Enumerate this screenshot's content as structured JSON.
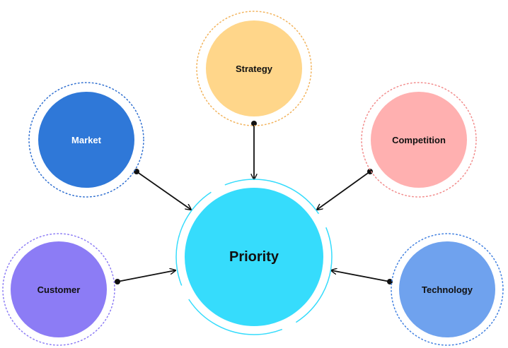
{
  "center": {
    "label": "Priority",
    "color": "#36DCFC"
  },
  "factors": [
    {
      "id": "strategy",
      "label": "Strategy",
      "color": "#FFD68A",
      "ring_color": "#F2B35C"
    },
    {
      "id": "market",
      "label": "Market",
      "color": "#2F78D8",
      "ring_color": "#2F6FD0"
    },
    {
      "id": "competition",
      "label": "Competition",
      "color": "#FFB0B0",
      "ring_color": "#F28C8C"
    },
    {
      "id": "customer",
      "label": "Customer",
      "color": "#8C7CF5",
      "ring_color": "#8C7CF5"
    },
    {
      "id": "technology",
      "label": "Technology",
      "color": "#6FA2EE",
      "ring_color": "#3F7FE0"
    }
  ]
}
